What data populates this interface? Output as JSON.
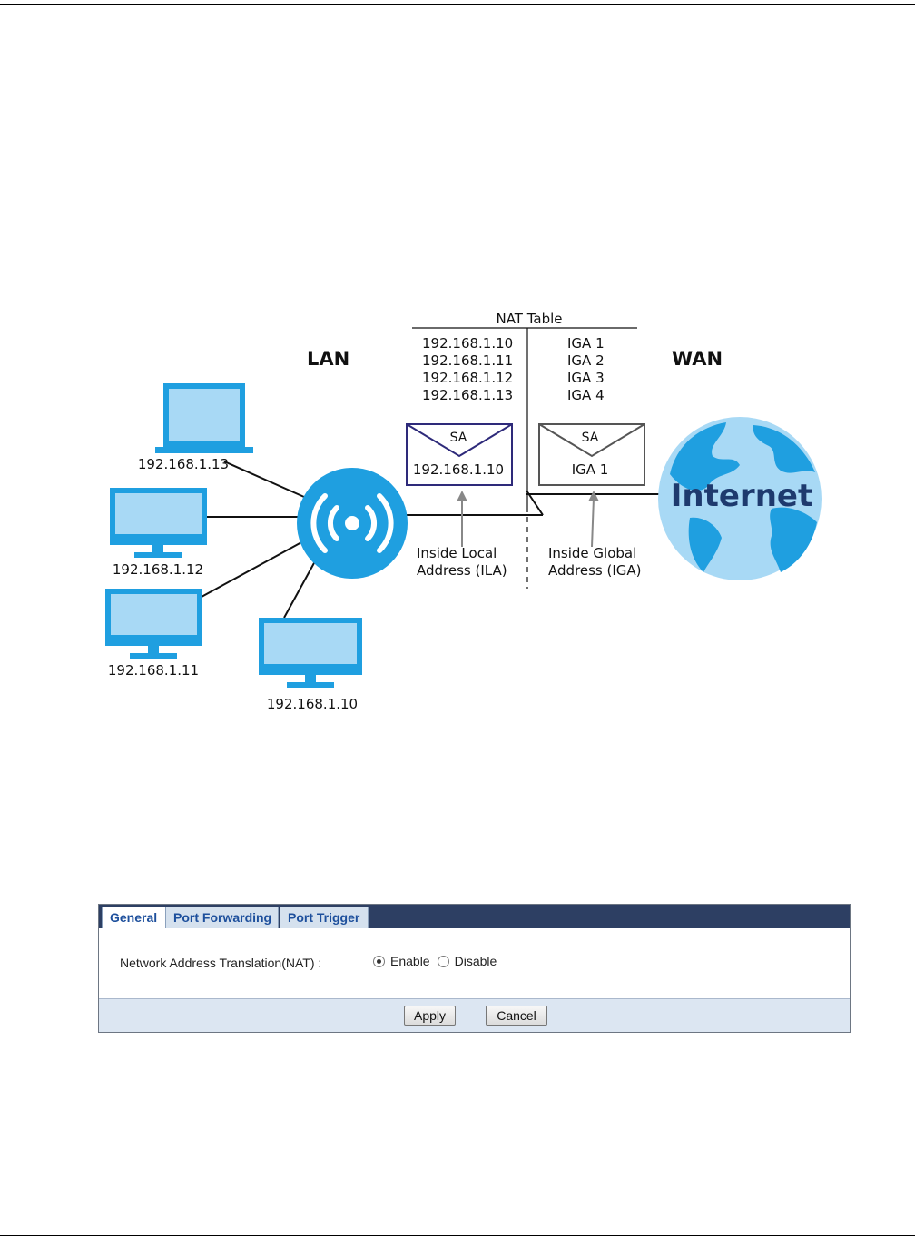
{
  "diagram": {
    "nat_table_title": "NAT Table",
    "nat_table_rows": [
      {
        "ila": "192.168.1.10",
        "iga": "IGA 1"
      },
      {
        "ila": "192.168.1.11",
        "iga": "IGA 2"
      },
      {
        "ila": "192.168.1.12",
        "iga": "IGA 3"
      },
      {
        "ila": "192.168.1.13",
        "iga": "IGA 4"
      }
    ],
    "lan_label": "LAN",
    "wan_label": "WAN",
    "lan_packet": {
      "header": "SA",
      "address": "192.168.1.10"
    },
    "wan_packet": {
      "header": "SA",
      "address": "IGA 1"
    },
    "ila_caption_line1": "Inside Local",
    "ila_caption_line2": "Address (ILA)",
    "iga_caption_line1": "Inside Global",
    "iga_caption_line2": "Address (IGA)",
    "internet_label": "Internet",
    "hosts": {
      "h13": "192.168.1.13",
      "h12": "192.168.1.12",
      "h11": "192.168.1.11",
      "h10": "192.168.1.10"
    },
    "colors": {
      "device_blue": "#1f9fe0",
      "screen_light": "#a8d9f5",
      "globe": "#a8d9f5",
      "globe_text": "#1e3a6e",
      "lan_packet_border": "#2e2a7a",
      "wan_packet_border": "#555555"
    }
  },
  "panel": {
    "tabs": [
      "General",
      "Port Forwarding",
      "Port Trigger"
    ],
    "active_tab": "General",
    "nat_label": "Network Address Translation(NAT) :",
    "options": {
      "enable": "Enable",
      "disable": "Disable"
    },
    "selected": "Enable",
    "apply": "Apply",
    "cancel": "Cancel"
  }
}
